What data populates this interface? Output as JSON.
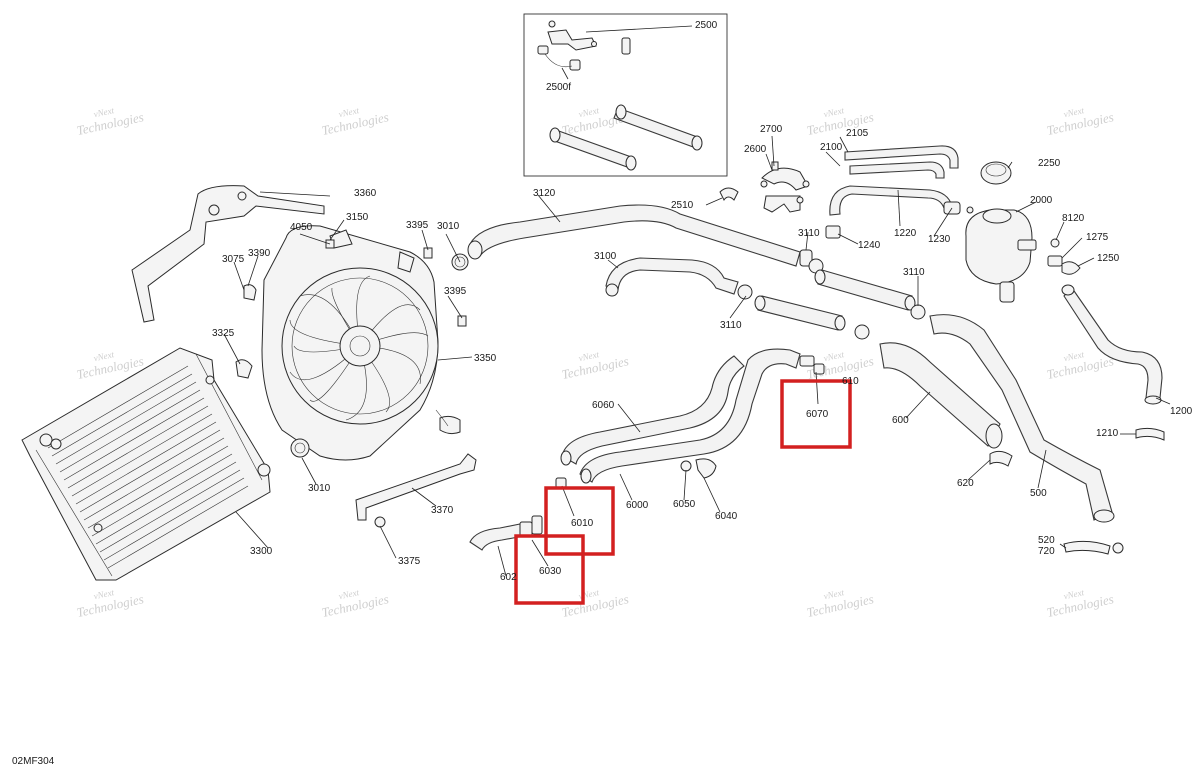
{
  "page_code": "02MF304",
  "watermark": {
    "line1": "vNext",
    "line2": "Technologies"
  },
  "callouts": [
    "2500",
    "2500f",
    "2700",
    "2600",
    "2105",
    "2100",
    "2250",
    "2510",
    "3120",
    "3110",
    "1240",
    "1220",
    "1230",
    "2000",
    "8120",
    "1275",
    "1250",
    "3360",
    "4050",
    "3150",
    "3395",
    "3010",
    "3390",
    "3075",
    "3395",
    "3325",
    "3350",
    "3100",
    "3110",
    "3110",
    "1200",
    "1210",
    "6060",
    "6070",
    "600",
    "620",
    "500",
    "3010",
    "3370",
    "3300",
    "3375",
    "6010",
    "6000",
    "6050",
    "6040",
    "6030",
    "602",
    "520",
    "720",
    "610"
  ],
  "highlights": [
    "6070",
    "6010",
    "6030"
  ],
  "colors": {
    "highlight": "#d32020",
    "line": "#222222",
    "watermark": "#cfcfcf"
  }
}
